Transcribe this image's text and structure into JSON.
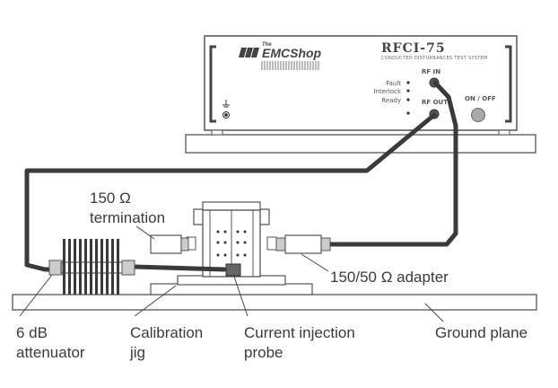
{
  "instrument": {
    "logo_small": "The",
    "logo_main": "EMCShop",
    "model": "RFCI-75",
    "subtitle": "CONDUCTED DISTURBANCES TEST SYSTEM",
    "indicators": [
      "Fault",
      "Interlock",
      "Ready"
    ],
    "rf_in": "RF IN",
    "rf_out": "RF OUT",
    "power": "ON / OFF"
  },
  "labels": {
    "termination_l1": "150 Ω",
    "termination_l2": "termination",
    "adapter": "150/50 Ω adapter",
    "attenuator_l1": "6 dB",
    "attenuator_l2": "attenuator",
    "jig_l1": "Calibration",
    "jig_l2": "jig",
    "probe_l1": "Current injection",
    "probe_l2": "probe",
    "ground": "Ground plane"
  }
}
